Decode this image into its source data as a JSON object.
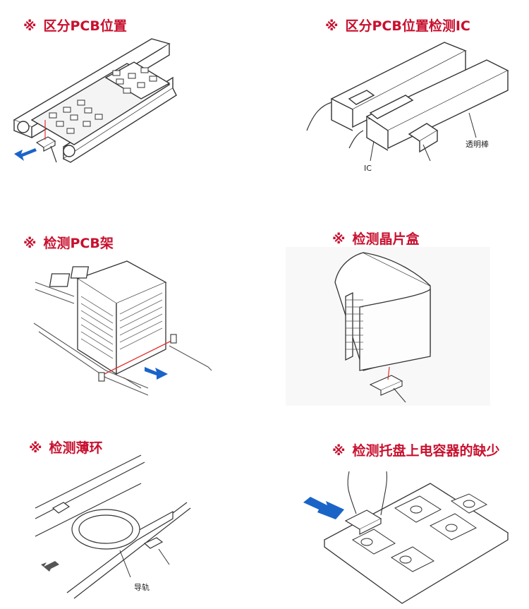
{
  "panels": [
    {
      "title": "区分PCB位置",
      "mark": "※"
    },
    {
      "title": "区分PCB位置检测IC",
      "mark": "※",
      "labels": [
        "透明棒",
        "IC"
      ]
    },
    {
      "title": "检测PCB架",
      "mark": "※"
    },
    {
      "title": "检测晶片盒",
      "mark": "※"
    },
    {
      "title": "检测薄环",
      "mark": "※",
      "labels": [
        "导轨"
      ]
    },
    {
      "title": "检测托盘上电容器的缺少",
      "mark": "※"
    }
  ],
  "colors": {
    "title": "#c8102e",
    "arrow": "#1a64c8",
    "beam": "#e03030",
    "line": "#333333",
    "gray_arrow": "#555555"
  }
}
